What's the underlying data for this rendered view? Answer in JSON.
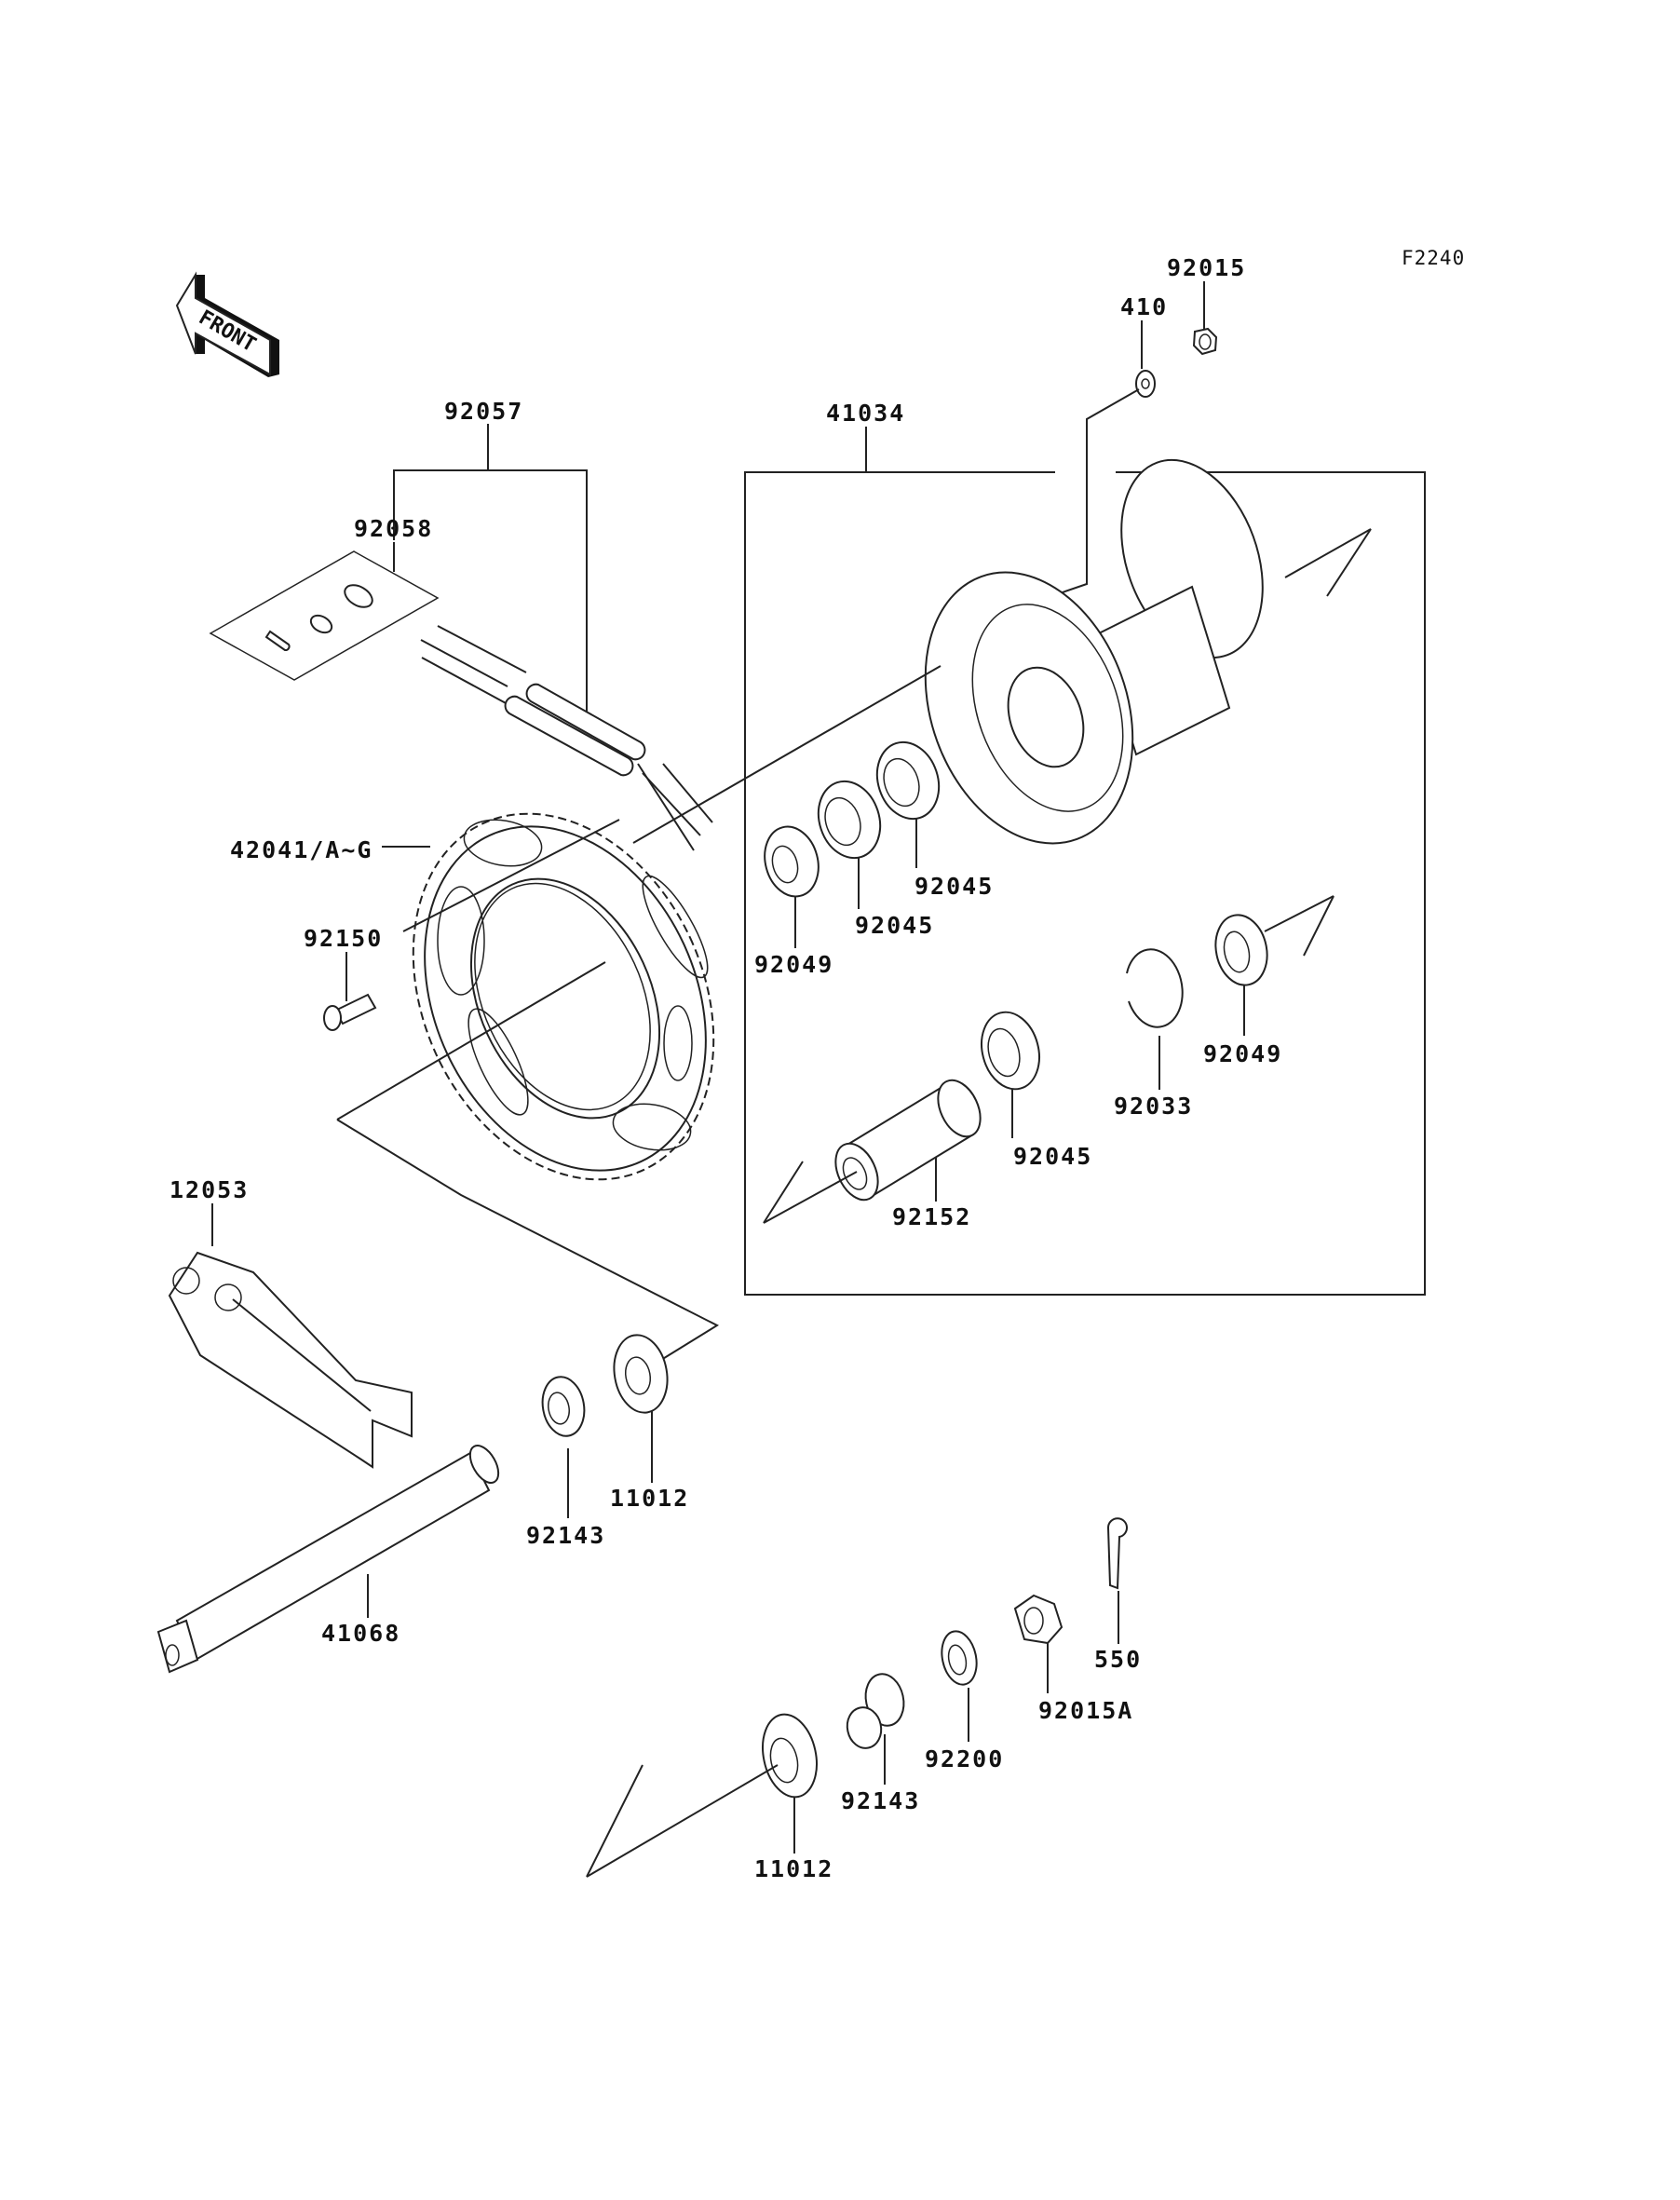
{
  "diagram": {
    "reference_code": "F2240",
    "front_indicator": "FRONT",
    "parts": [
      {
        "id": "92015",
        "name": "nut"
      },
      {
        "id": "410",
        "name": "washer"
      },
      {
        "id": "92057",
        "name": "drive-chain"
      },
      {
        "id": "92058",
        "name": "chain-joint-kit"
      },
      {
        "id": "41034",
        "name": "rear-hub-assembly"
      },
      {
        "id": "42041/A~G",
        "name": "rear-sprocket"
      },
      {
        "id": "92150",
        "name": "sprocket-bolt"
      },
      {
        "id": "92049",
        "name": "oil-seal-left"
      },
      {
        "id": "92045",
        "name": "bearing-1"
      },
      {
        "id": "92045",
        "name": "bearing-2"
      },
      {
        "id": "92049",
        "name": "oil-seal-right"
      },
      {
        "id": "92033",
        "name": "circlip"
      },
      {
        "id": "92045",
        "name": "bearing-3"
      },
      {
        "id": "92152",
        "name": "collar"
      },
      {
        "id": "12053",
        "name": "chain-guide"
      },
      {
        "id": "11012",
        "name": "chain-adjuster-left"
      },
      {
        "id": "92143",
        "name": "collar-left"
      },
      {
        "id": "41068",
        "name": "rear-axle"
      },
      {
        "id": "550",
        "name": "cotter-pin"
      },
      {
        "id": "92015A",
        "name": "castle-nut"
      },
      {
        "id": "92200",
        "name": "axle-washer"
      },
      {
        "id": "92143",
        "name": "collar-right"
      },
      {
        "id": "11012",
        "name": "chain-adjuster-right"
      }
    ]
  }
}
